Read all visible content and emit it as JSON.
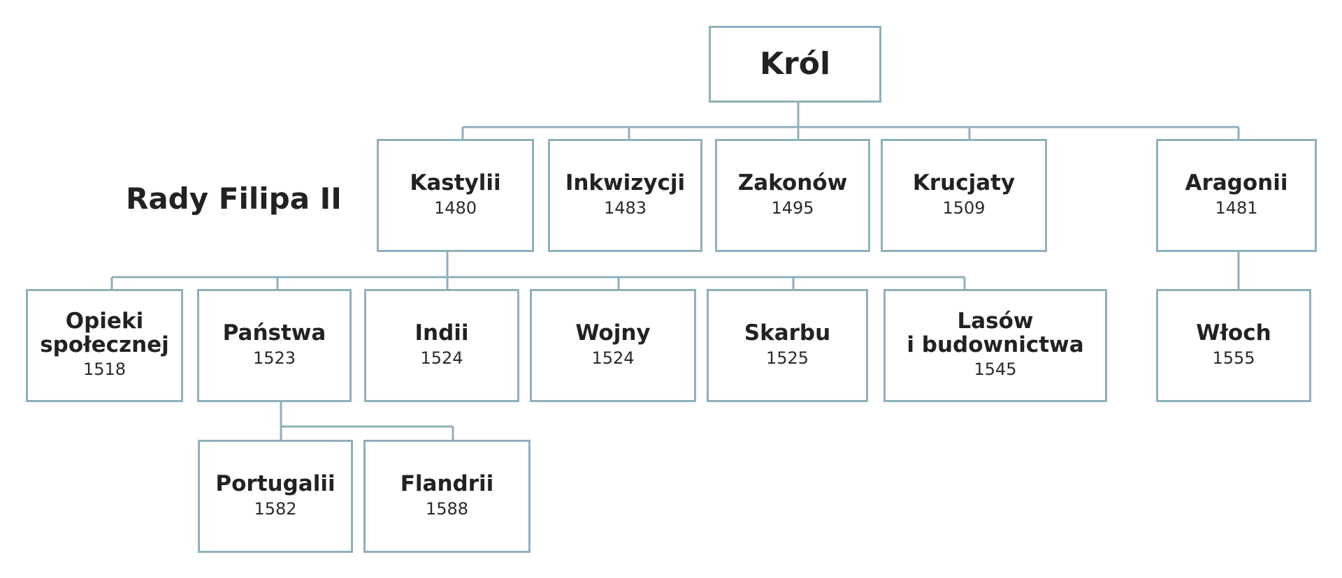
{
  "title": "Rady Filipa II",
  "root": {
    "label": "Król"
  },
  "councils": {
    "kastylii": {
      "name": "Kastylii",
      "year": "1480"
    },
    "inkwizycji": {
      "name": "Inkwizycji",
      "year": "1483"
    },
    "zakonow": {
      "name": "Zakonów",
      "year": "1495"
    },
    "krucjaty": {
      "name": "Krucjaty",
      "year": "1509"
    },
    "aragonii": {
      "name": "Aragonii",
      "year": "1481"
    },
    "opieki": {
      "name": "Opieki\nspołecznej",
      "year": "1518"
    },
    "panstwa": {
      "name": "Państwa",
      "year": "1523"
    },
    "indii": {
      "name": "Indii",
      "year": "1524"
    },
    "wojny": {
      "name": "Wojny",
      "year": "1524"
    },
    "skarbu": {
      "name": "Skarbu",
      "year": "1525"
    },
    "lasow": {
      "name": "Lasów\ni budownictwa",
      "year": "1545"
    },
    "wloch": {
      "name": "Włoch",
      "year": "1555"
    },
    "portugalii": {
      "name": "Portugalii",
      "year": "1582"
    },
    "flandrii": {
      "name": "Flandrii",
      "year": "1588"
    }
  },
  "colors": {
    "line": "#8eb0bb",
    "text": "#222222"
  }
}
